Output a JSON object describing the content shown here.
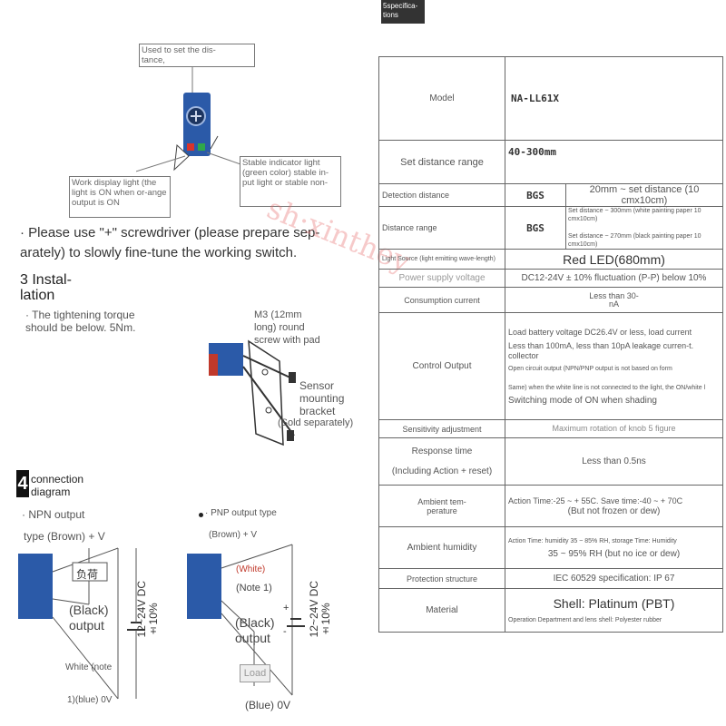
{
  "diagram_top": {
    "callout_distance": "Used to set the dis-\ntance,",
    "callout_work": "Work display light (the light is ON when or-ange output is ON",
    "callout_stable": "Stable indicator light (green color) stable in-put light or stable non-",
    "screwdriver_text": "· Please use \"+\" screwdriver (please prepare sep-arately) to slowly fine-tune the working switch."
  },
  "installation": {
    "heading": "3 Instal-\nlation",
    "torque": "· The tightening torque should be below. 5Nm.",
    "screw": "M3 (12mm long) round screw with pad",
    "bracket": "Sensor mounting bracket",
    "sold": "(Sold separately)"
  },
  "connection": {
    "badge": "4",
    "heading": "connection\ndiagram",
    "npn_title": "· NPN output",
    "npn_type": "type (Brown) + V",
    "npn_load": "负荷",
    "npn_black": "(Black)\noutput",
    "npn_white": "White (note",
    "npn_blue": "1)(blue) 0V",
    "npn_voltage": "12~24V DC\n±10%",
    "pnp_title": "· PNP output type",
    "pnp_brown": "(Brown) + V",
    "pnp_white": "(White)",
    "pnp_note": "(Note 1)",
    "pnp_black": "(Black)\noutput",
    "pnp_load": "Load",
    "pnp_blue": "(Blue) 0V",
    "pnp_voltage": "12~24V DC\n±10%",
    "plus": "+",
    "minus": "-"
  },
  "spec": {
    "header": "5specifica-\ntions",
    "rows": {
      "model_label": "Model",
      "model_value": "NA-LL61X",
      "range_label": "Set distance range",
      "range_value": "40-300mm",
      "detection_label": "Detection distance",
      "bgs1": "BGS",
      "detection_value": "20mm ~ set distance (10 cmx10cm)",
      "distance_label": "Distance range",
      "bgs2": "BGS",
      "distance_value1": "Set distance ~ 300mm (white painting paper 10 cmx10cm)",
      "distance_value2": "Set distance ~ 270mm (black painting paper 10 cmx10cm)",
      "light_label": "Light Source (light emitting wave-length)",
      "light_value": "Red LED(680mm)",
      "power_label": "Power supply voltage",
      "power_value": "DC12-24V ± 10% fluctuation (P-P) below 10%",
      "consumption_label": "Consumption current",
      "consumption_value": "Less than 30-\nnA",
      "control_label": "Control Output",
      "control_1": "Load battery voltage DC26.4V or less, load current",
      "control_2": "Less than 100mA, less than 10pA leakage curren-t. collector",
      "control_3": "Open circuit output (NPN/PNP output is not based on form",
      "control_4": "Same) when the white line is not connected to the light, the ON/white l",
      "control_5": "Switching mode of ON when shading",
      "sensitivity_label": "Sensitivity adjustment",
      "sensitivity_value": "Maximum rotation of knob 5 figure",
      "response_label": "Response time\n\n(Including Action + reset)",
      "response_value": "Less than 0.5ns",
      "ambient_temp_label": "Ambient tem-\nperature",
      "ambient_temp_value": "Action Time:-25 ~ + 55C. Save time:-40 ~ + 70C",
      "ambient_temp_note": "(But not frozen or dew)",
      "humidity_label": "Ambient humidity",
      "humidity_value": "Action Time: humidity 35 ~ 85% RH, storage Time: Humidity",
      "humidity_value2": "35 ~ 95% RH (but no ice or dew)",
      "protection_label": "Protection structure",
      "protection_value": "IEC 60529 specification: IP 67",
      "material_label": "Material",
      "material_value": "Shell: Platinum (PBT)",
      "material_note": "Operation Department and lens shell: Polyester rubber"
    }
  },
  "colors": {
    "sensor_blue": "#2b5aa8",
    "led_red": "#d9342b",
    "led_green": "#2fa84a",
    "body_red": "#c0392b"
  }
}
